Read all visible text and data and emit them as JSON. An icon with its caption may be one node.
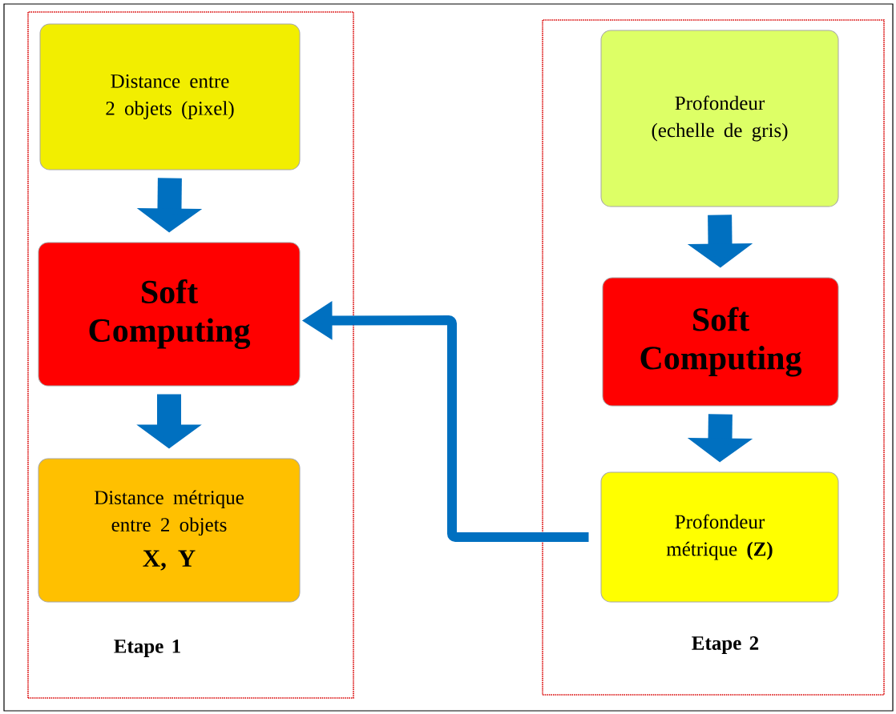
{
  "diagram": {
    "nodes": [
      {
        "text": [
          "Etape 1"
        ]
      },
      {
        "text": [
          "Distance entre 2 objets (pixel)"
        ],
        "in": 0
      },
      {
        "text": [
          "Soft Computing"
        ],
        "in": 0
      },
      {
        "text": [
          "Distance métrique entre 2 objets",
          "X, Y"
        ],
        "in": 0
      },
      {
        "text": [
          "Etape 2"
        ]
      },
      {
        "text": [
          "Profondeur (echelle de gris)"
        ],
        "in": 4
      },
      {
        "text": [
          "Soft Computing"
        ],
        "in": 4
      },
      {
        "text": [
          "Profondeur métrique **(Z)**"
        ],
        "in": 4
      }
    ],
    "edges": [
      {
        "from": 1,
        "to": 2,
        "arrow": "to"
      },
      {
        "from": 2,
        "to": 3,
        "arrow": "to"
      },
      {
        "from": 5,
        "to": 6,
        "arrow": "to"
      },
      {
        "from": 6,
        "to": 7,
        "arrow": "to"
      },
      {
        "from": 7,
        "to": 2,
        "arrow": "to"
      }
    ]
  }
}
